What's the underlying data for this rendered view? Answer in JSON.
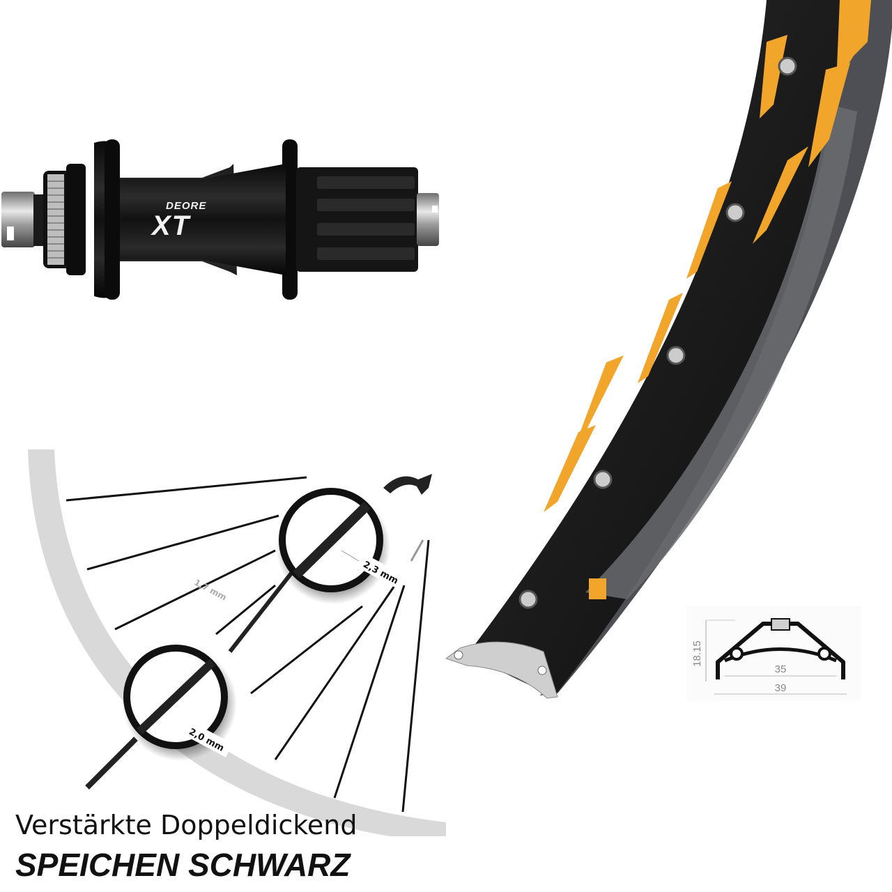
{
  "hub": {
    "brand_line1": "DEORE",
    "brand_line2": "XT"
  },
  "rim_profile": {
    "height_label": "18.15",
    "inner_width_label": "35",
    "outer_width_label": "39"
  },
  "spoke_diagram": {
    "thick_label_top": "2,3 mm",
    "thin_label": "1,7 mm",
    "thick_label_bottom": "2,0 mm"
  },
  "caption": {
    "line1": "Verstärkte Doppeldickend",
    "line2": "SPEICHEN SCHWARZ"
  },
  "colors": {
    "accent_orange": "#f2a52b",
    "rim_black": "#141414",
    "rim_grey": "#6a6b70",
    "arc_grey": "#d9d9d9"
  }
}
